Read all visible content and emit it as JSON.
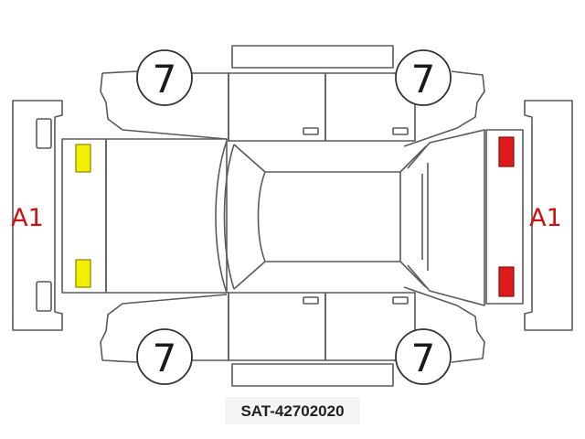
{
  "diagram": {
    "caption": "SAT-42702020",
    "wheel_grades": {
      "front_left": "7",
      "front_right": "7",
      "rear_left": "7",
      "rear_right": "7"
    },
    "bumper_grades": {
      "front": "A1",
      "rear": "A1"
    },
    "markers": {
      "yellow": "#f2ef00",
      "red": "#dd1b1b"
    }
  }
}
